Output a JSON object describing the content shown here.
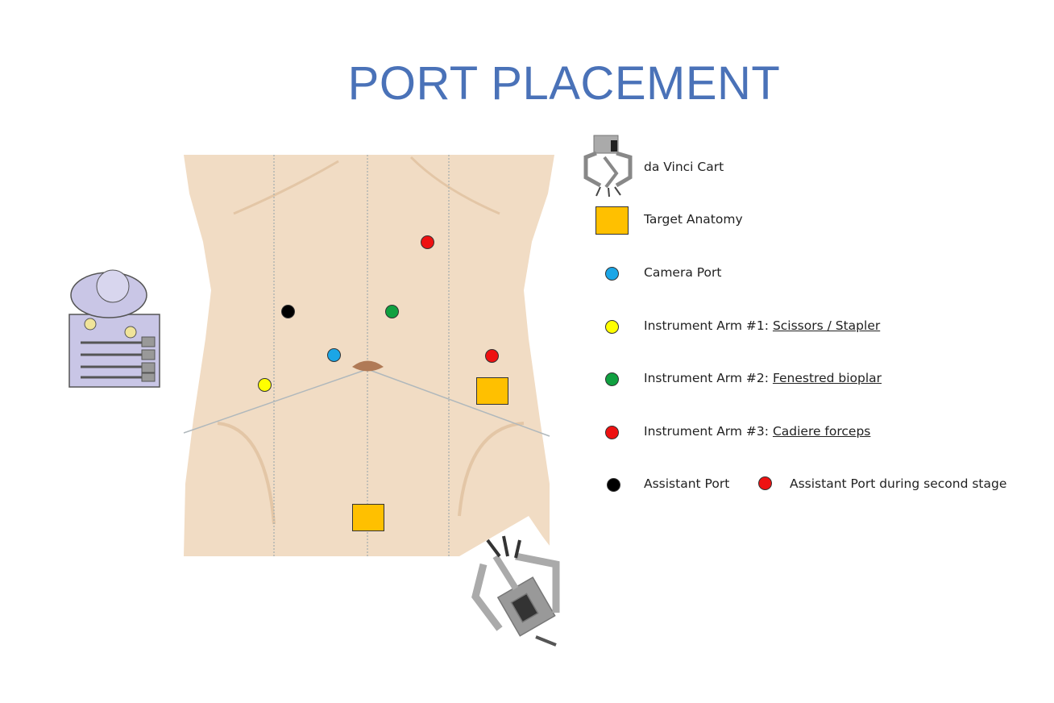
{
  "title": "PORT PLACEMENT",
  "colors": {
    "title": "#4a72b8",
    "skin": "#f1dcc4",
    "target": "#ffc000",
    "camera": "#1ba6e6",
    "arm1": "#ffff00",
    "arm2": "#10a040",
    "arm3": "#ee1111",
    "assistant": "#000000",
    "assistant_second": "#ee1111"
  },
  "legend": [
    {
      "icon": "da-vinci-cart-icon",
      "label": "da Vinci Cart"
    },
    {
      "icon": "target-square",
      "label": "Target Anatomy"
    },
    {
      "icon": "blue-dot",
      "label": "Camera Port"
    },
    {
      "icon": "yellow-dot",
      "label": "Instrument Arm #1: ",
      "detail": "Scissors / Stapler"
    },
    {
      "icon": "green-dot",
      "label": "Instrument Arm #2: ",
      "detail": "Fenestred bioplar"
    },
    {
      "icon": "red-dot",
      "label": "Instrument Arm #3: ",
      "detail": "Cadiere forceps"
    },
    {
      "icon": "black-dot",
      "label": "Assistant Port"
    },
    {
      "icon": "red-dot",
      "label": "Assistant Port during second stage"
    }
  ]
}
